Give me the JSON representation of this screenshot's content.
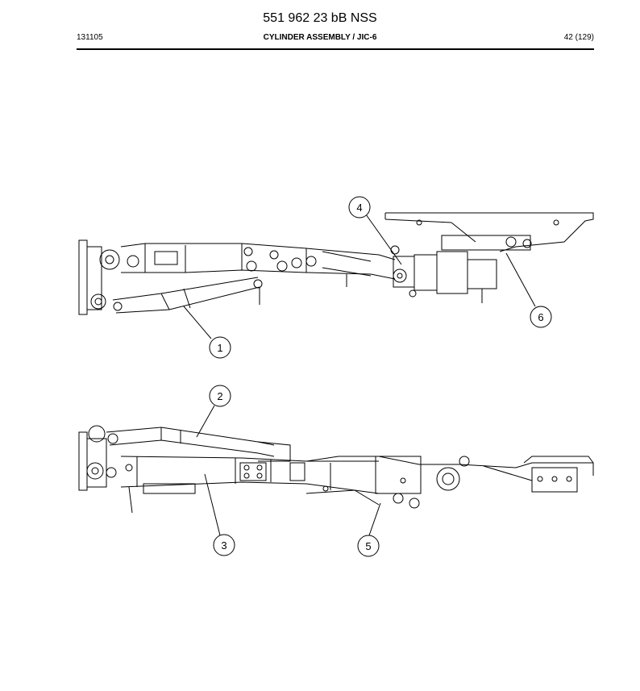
{
  "header": {
    "document_number": "551 962 23 bB NSS",
    "date_code": "131105",
    "section_title": "CYLINDER ASSEMBLY / JIC-6",
    "page": "42 (129)"
  },
  "callouts": [
    {
      "id": "callout-1",
      "label": "1"
    },
    {
      "id": "callout-2",
      "label": "2"
    },
    {
      "id": "callout-3",
      "label": "3"
    },
    {
      "id": "callout-4",
      "label": "4"
    },
    {
      "id": "callout-5",
      "label": "5"
    },
    {
      "id": "callout-6",
      "label": "6"
    }
  ]
}
